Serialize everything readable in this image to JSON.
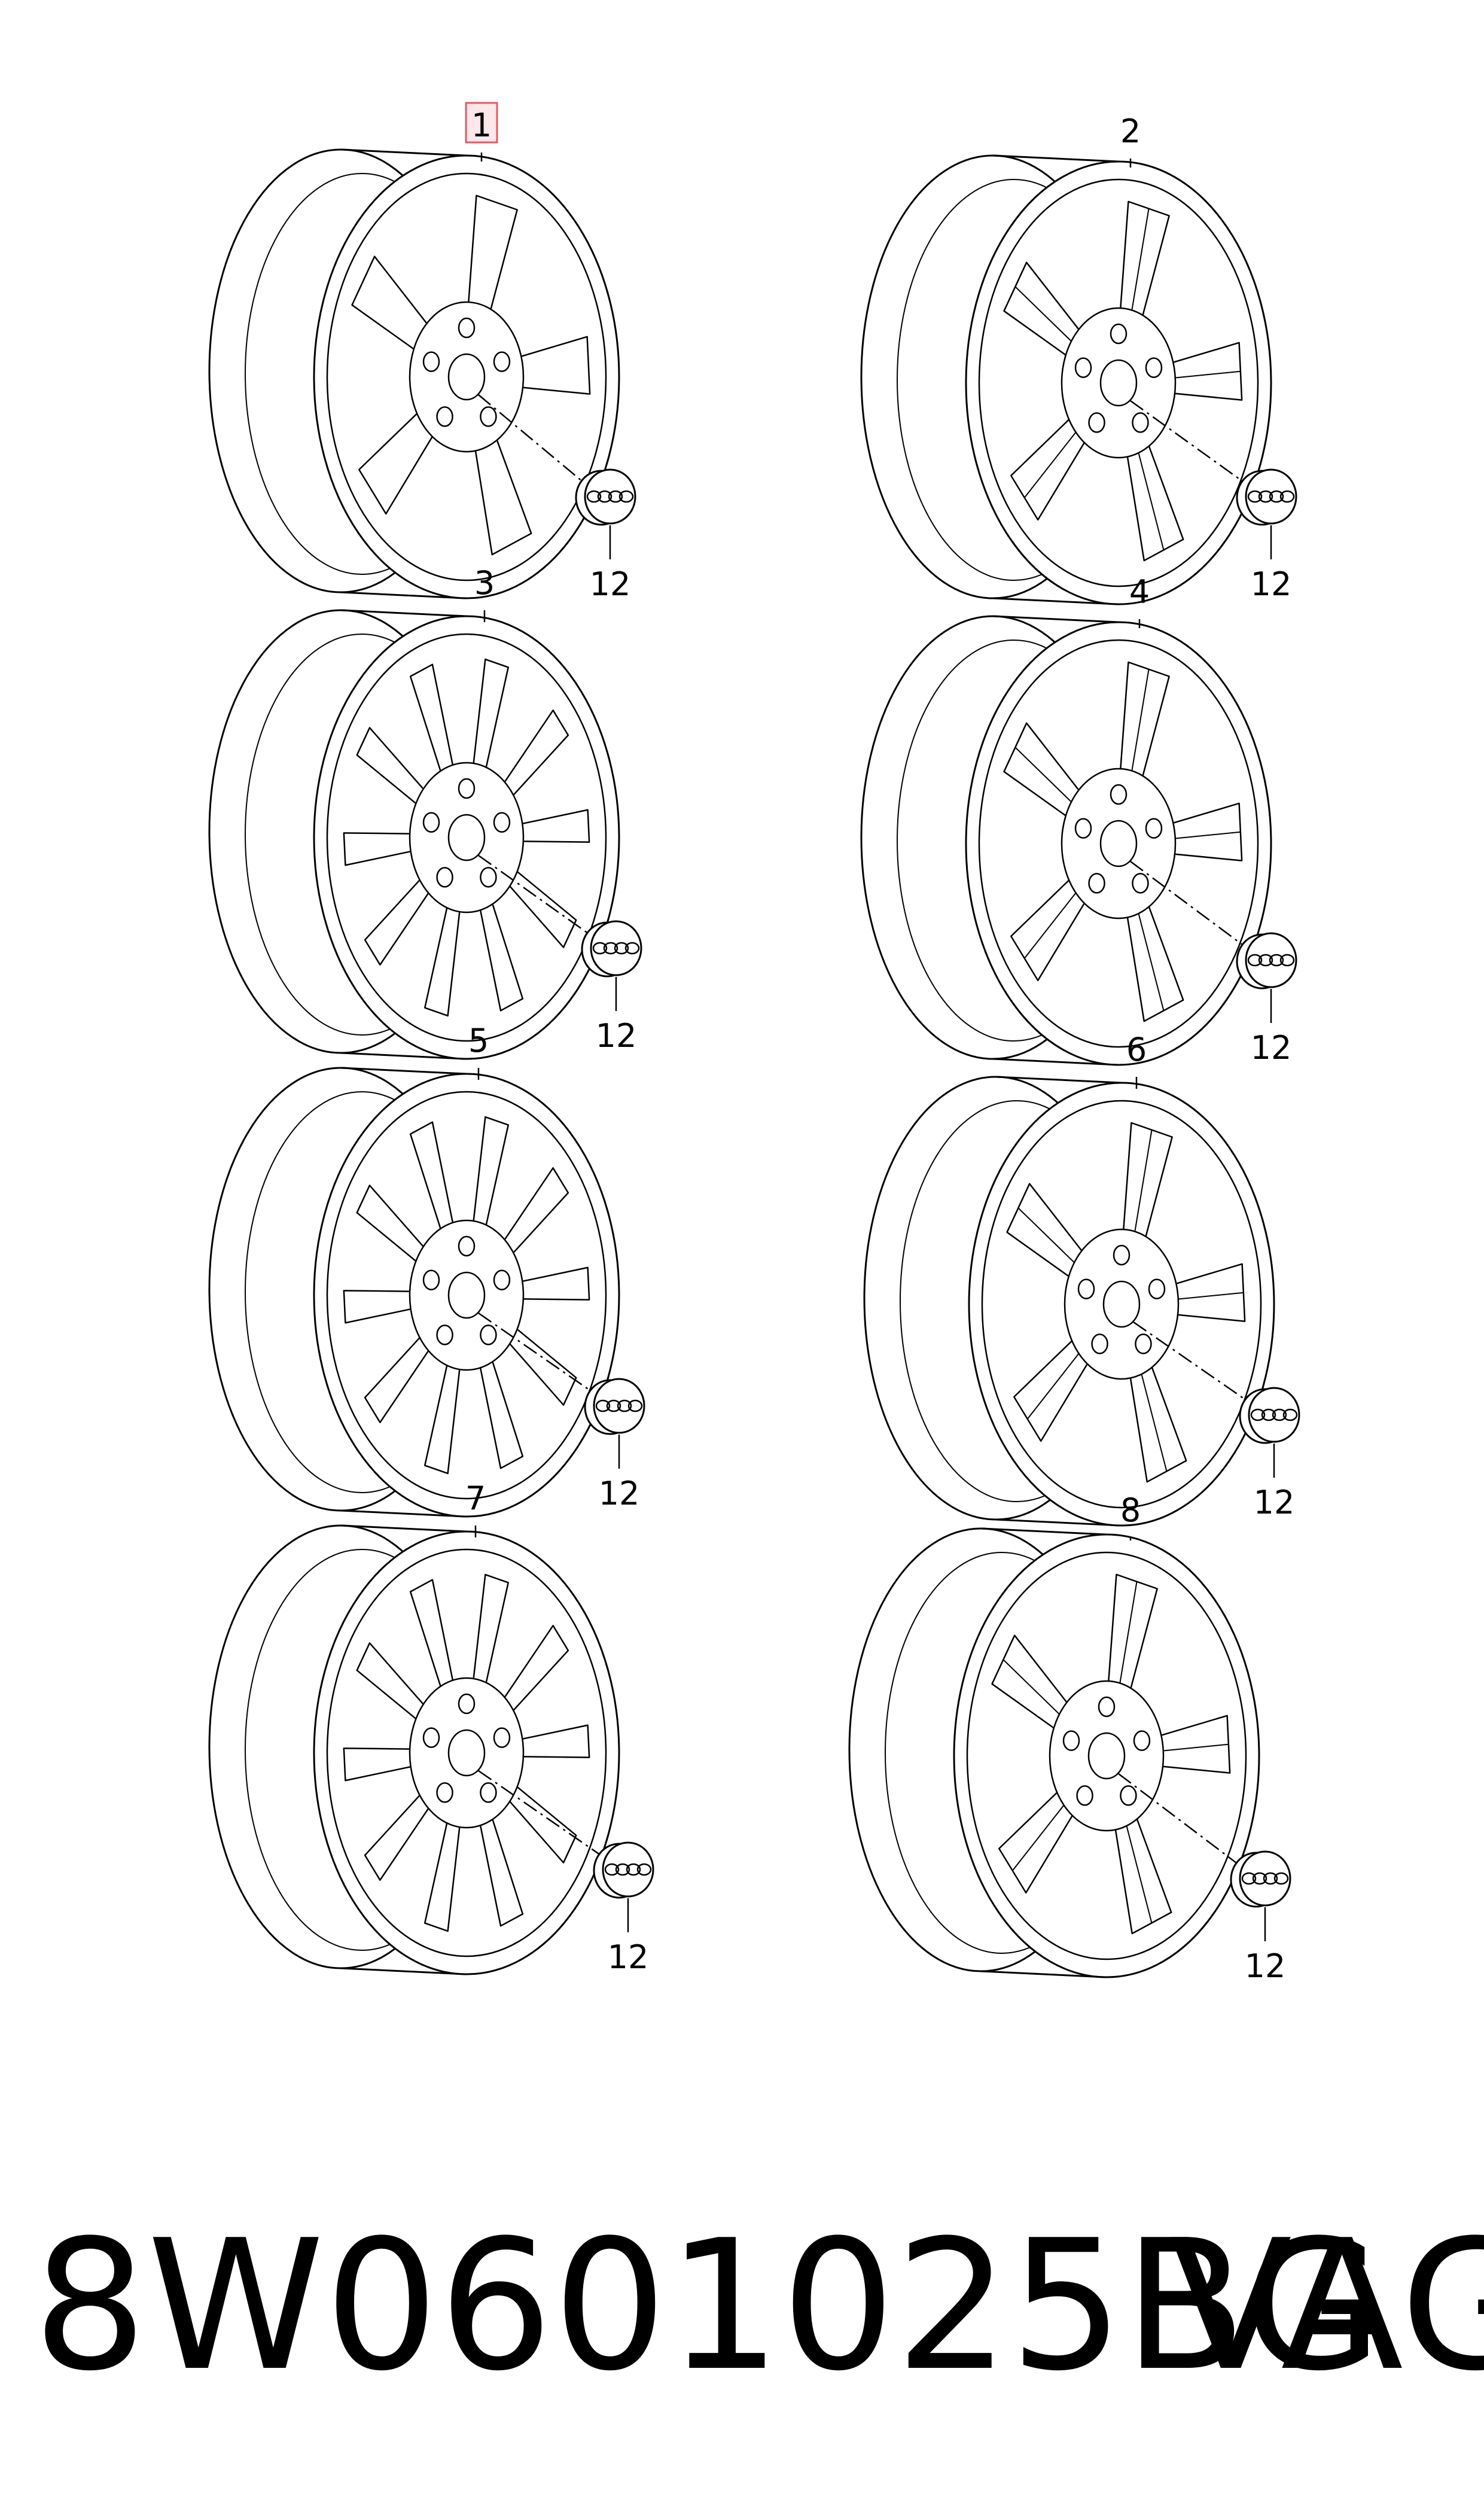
{
  "wheels": [
    {
      "item": "1",
      "cap_item": "12",
      "spokes": 5,
      "style": "single",
      "highlighted": true
    },
    {
      "item": "2",
      "cap_item": "12",
      "spokes": 5,
      "style": "split",
      "highlighted": false
    },
    {
      "item": "3",
      "cap_item": "12",
      "spokes": 10,
      "style": "double",
      "highlighted": false
    },
    {
      "item": "4",
      "cap_item": "12",
      "spokes": 5,
      "style": "split",
      "highlighted": false
    },
    {
      "item": "5",
      "cap_item": "12",
      "spokes": 10,
      "style": "double",
      "highlighted": false
    },
    {
      "item": "6",
      "cap_item": "12",
      "spokes": 5,
      "style": "split",
      "highlighted": false
    },
    {
      "item": "7",
      "cap_item": "12",
      "spokes": 10,
      "style": "double",
      "highlighted": false
    },
    {
      "item": "8",
      "cap_item": "12",
      "spokes": 5,
      "style": "split",
      "highlighted": false
    }
  ],
  "colors": {
    "line": "#000000",
    "highlight_fill": "#fde7ea",
    "highlight_stroke": "#e05a6a"
  },
  "footer": {
    "part_number": "8W0601025BG",
    "brand": "VAG"
  }
}
